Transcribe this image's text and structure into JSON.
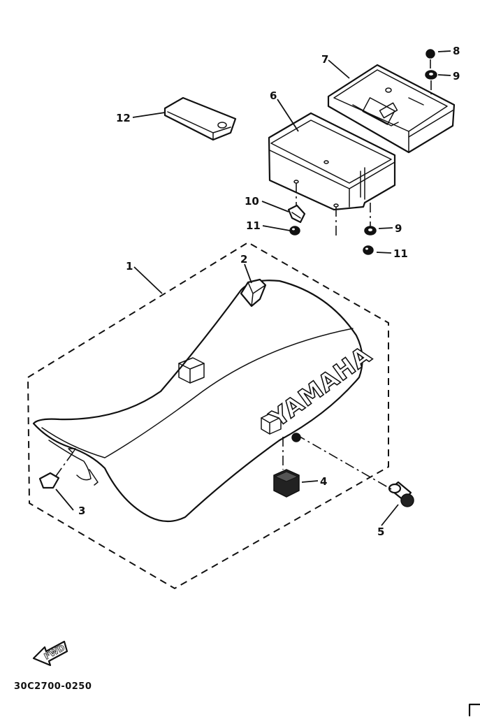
{
  "callouts": {
    "c1": "1",
    "c2": "2",
    "c3": "3",
    "c4": "4",
    "c5": "5",
    "c6": "6",
    "c7": "7",
    "c8": "8",
    "c9a": "9",
    "c9b": "9",
    "c10": "10",
    "c11a": "11",
    "c11b": "11",
    "c12": "12"
  },
  "seat_brand_text": "YAMAHA",
  "fwd_label": "FWD",
  "diagram_code": "30C2700-0250"
}
